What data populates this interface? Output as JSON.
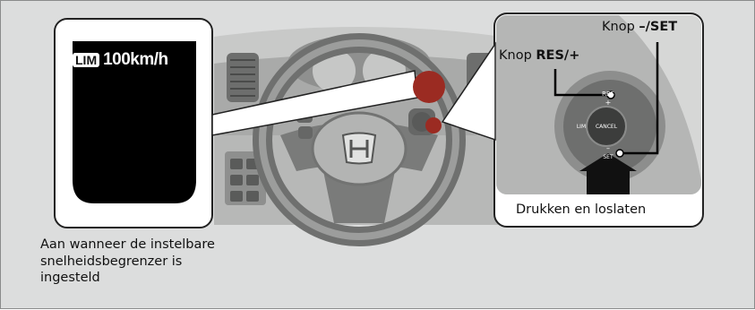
{
  "display": {
    "lim_badge": "LIM",
    "speed": "100km/h"
  },
  "controls": {
    "knop_prefix": "Knop",
    "res_button_name": "RES/+",
    "set_button_name": "–/SET",
    "button_res_label": "RES",
    "button_plus_label": "+",
    "button_cancel_label": "CANCEL",
    "button_lim_label": "LIM",
    "button_minus_label": "–",
    "button_set_label": "SET",
    "press_release_text": "Drukken en loslaten"
  },
  "caption": {
    "line1": "Aan wanneer de instelbare",
    "line2": "snelheidsbegrenzer is",
    "line3": "ingesteld"
  },
  "colors": {
    "background": "#dcdddd",
    "callout_dot": "#9b2b22",
    "display": "#000000",
    "pointer": "#000000"
  }
}
